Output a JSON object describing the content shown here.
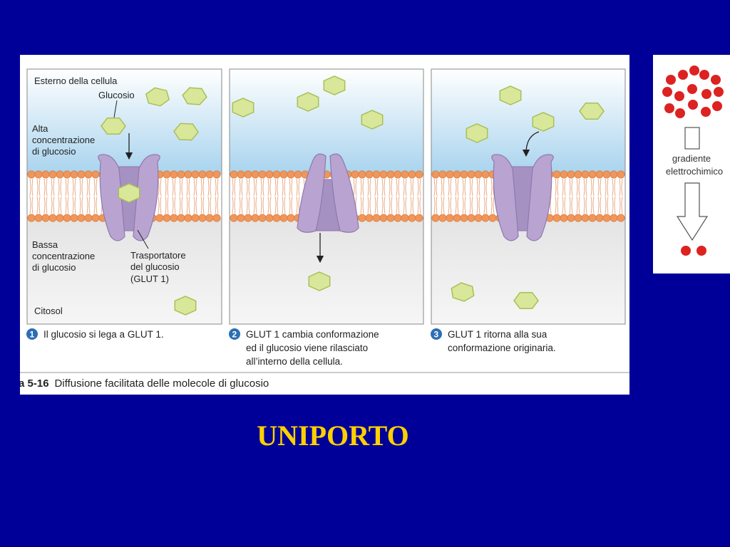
{
  "slide_title": "UNIPORTO",
  "colors": {
    "background": "#000099",
    "title": "#ffd000",
    "glucose": "#d8e79a",
    "transporter": "#b9a4d1",
    "lipid_head": "#f0965a",
    "ion": "#dd2222"
  },
  "figure": {
    "caption_prefix": "a 5-16",
    "caption_text": "Diffusione facilitata delle molecole di glucosio",
    "panel1": {
      "label_outside": "Esterno della cellula",
      "label_glucose": "Glucosio",
      "label_high_1": "Alta",
      "label_high_2": "concentrazione",
      "label_high_3": "di glucosio",
      "label_low_1": "Bassa",
      "label_low_2": "concentrazione",
      "label_low_3": "di glucosio",
      "label_transporter_1": "Trasportatore",
      "label_transporter_2": "del glucosio",
      "label_transporter_3": "(GLUT 1)",
      "label_cytosol": "Citosol"
    },
    "steps": [
      {
        "num": "1",
        "lines": [
          "Il glucosio si lega a GLUT 1."
        ]
      },
      {
        "num": "2",
        "lines": [
          "GLUT 1 cambia conformazione",
          "ed il glucosio viene rilasciato",
          "all’interno della cellula."
        ]
      },
      {
        "num": "3",
        "lines": [
          "GLUT 1 ritorna alla sua",
          "conformazione originaria."
        ]
      }
    ]
  },
  "side_panel": {
    "label_line1": "gradiente",
    "label_line2": "elettrochimico"
  }
}
